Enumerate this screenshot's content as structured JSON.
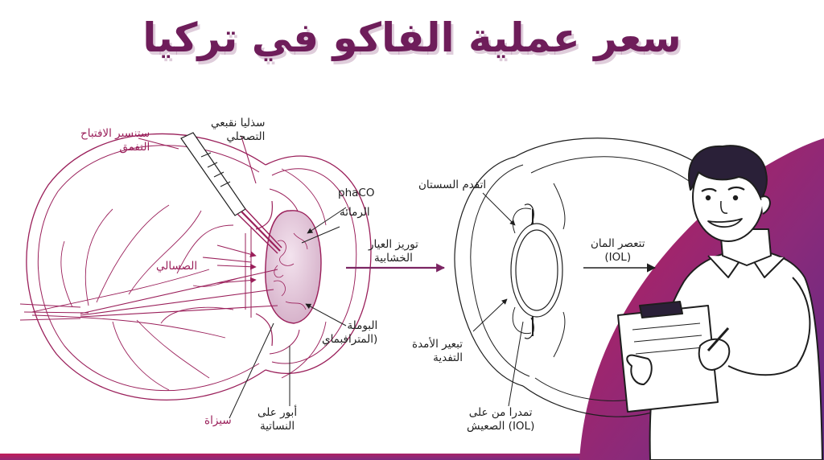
{
  "title": "سعر عملية الفاكو في تركيا",
  "colors": {
    "primary": "#9a1f5a",
    "title": "#6e1d5a",
    "purple": "#6d2f8c",
    "ink": "#1e1e1e"
  },
  "labels": {
    "tool": [
      "ستنسير الافتباح",
      "التفمق"
    ],
    "zonule": [
      "سذليا نقبعي",
      "التصحلي"
    ],
    "phaco": "phaCO",
    "rummana": "الرمائة",
    "sasali": "الصسالي",
    "capsule": [
      "البوملة",
      "(المترافبماي"
    ],
    "sizaa": "سيزاة",
    "abwar": [
      "أبور على",
      "النساتية"
    ],
    "arrow1": [
      "توريز العيار",
      "الخشابية"
    ],
    "progress": "اتقدم السستان",
    "arrow2": [
      "تتعصر المان",
      "(IOL)"
    ],
    "iris": [
      "تبعير الأمدة",
      "التفدية"
    ],
    "iol_bottom": [
      "تمدرا من على",
      "(IOL) الصعيش"
    ]
  }
}
